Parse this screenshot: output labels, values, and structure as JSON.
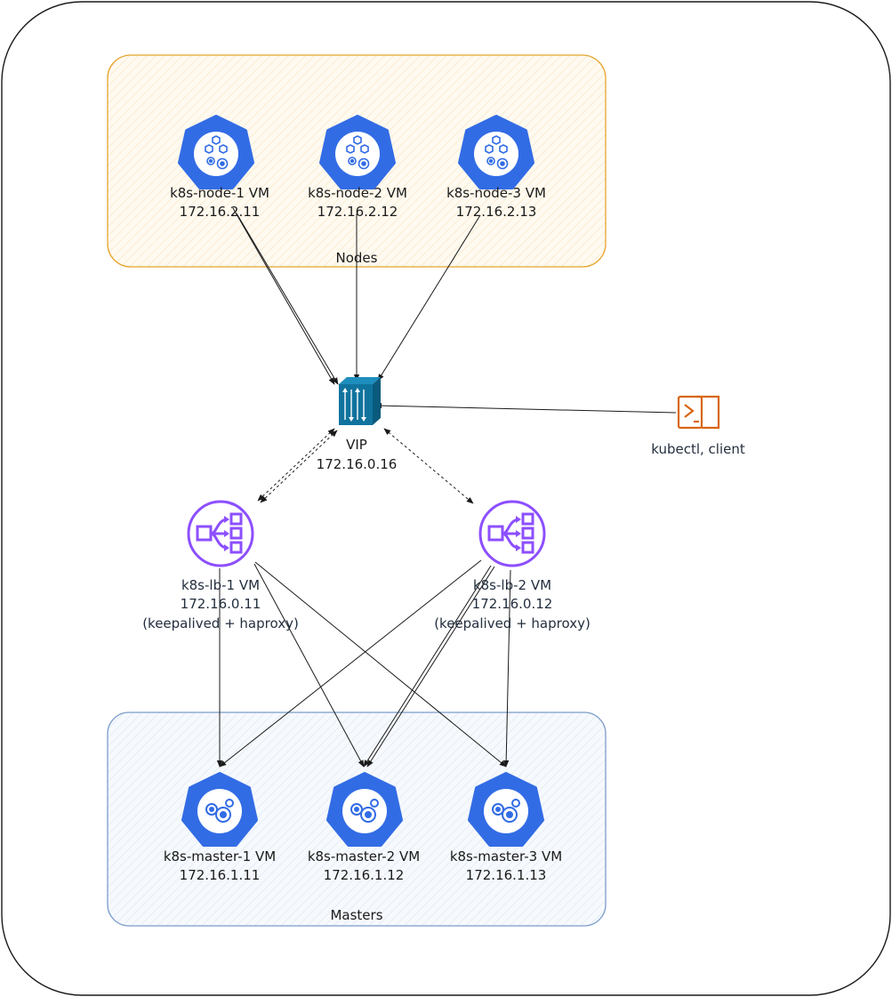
{
  "groups": {
    "nodes_label": "Nodes",
    "masters_label": "Masters"
  },
  "nodes": [
    {
      "name": "k8s-node-1 VM",
      "ip": "172.16.2.11",
      "icon": "kubernetes-node-icon"
    },
    {
      "name": "k8s-node-2 VM",
      "ip": "172.16.2.12",
      "icon": "kubernetes-node-icon"
    },
    {
      "name": "k8s-node-3 VM",
      "ip": "172.16.2.13",
      "icon": "kubernetes-node-icon"
    }
  ],
  "vip": {
    "name": "VIP",
    "ip": "172.16.0.16",
    "icon": "switch-icon"
  },
  "client": {
    "name": "kubectl, client",
    "icon": "terminal-icon"
  },
  "load_balancers": [
    {
      "name": "k8s-lb-1 VM",
      "ip": "172.16.0.11",
      "role": "(keepalived + haproxy)",
      "icon": "load-balancer-icon"
    },
    {
      "name": "k8s-lb-2 VM",
      "ip": "172.16.0.12",
      "role": "(keepalived + haproxy)",
      "icon": "load-balancer-icon"
    }
  ],
  "masters": [
    {
      "name": "k8s-master-1 VM",
      "ip": "172.16.1.11",
      "icon": "kubernetes-master-icon"
    },
    {
      "name": "k8s-master-2 VM",
      "ip": "172.16.1.12",
      "icon": "kubernetes-master-icon"
    },
    {
      "name": "k8s-master-3 VM",
      "ip": "172.16.1.13",
      "icon": "kubernetes-master-icon"
    }
  ],
  "colors": {
    "k8s_blue": "#326ce5",
    "nodes_border": "#d79b00",
    "nodes_fill": "#fff2cc",
    "masters_border": "#6c8ebf",
    "masters_fill": "#dae8fc",
    "lb_purple": "#8c4fff",
    "switch_teal": "#10739e",
    "terminal_orange": "#d86613"
  }
}
